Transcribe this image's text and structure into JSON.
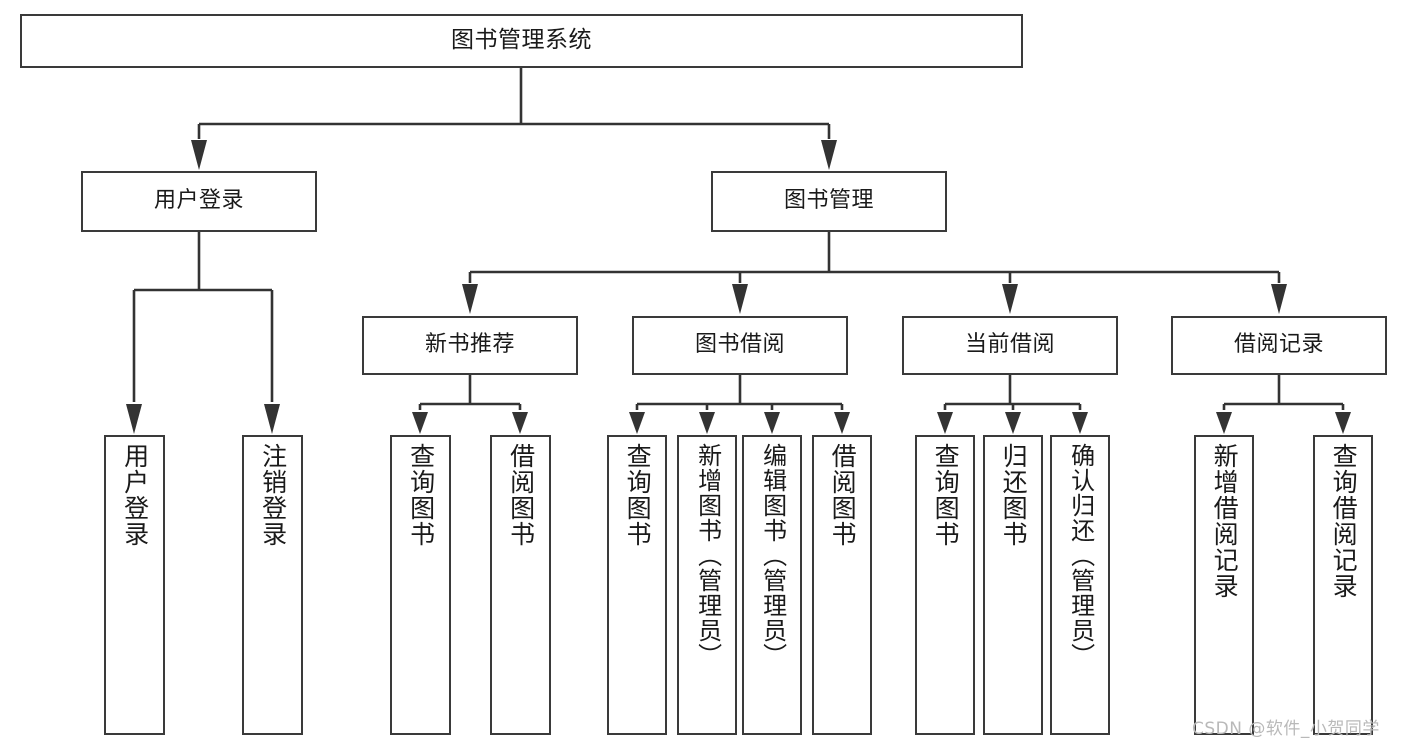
{
  "diagram": {
    "type": "tree-hierarchy",
    "title": "图书管理系统",
    "watermark": "CSDN @软件_小贺同学",
    "colors": {
      "box_border": "#3a3a3a",
      "box_fill": "#ffffff",
      "connector": "#333333",
      "text": "#1a1a1a",
      "watermark": "#b9b9b9",
      "background": "#ffffff"
    },
    "levels": {
      "root": {
        "label": "图书管理系统"
      },
      "level2": [
        {
          "label": "用户登录"
        },
        {
          "label": "图书管理"
        }
      ],
      "level3": [
        {
          "label": "新书推荐"
        },
        {
          "label": "图书借阅"
        },
        {
          "label": "当前借阅"
        },
        {
          "label": "借阅记录"
        }
      ],
      "level4": {
        "user_login": [
          {
            "label": "用户登录"
          },
          {
            "label": "注销登录"
          }
        ],
        "new_book_recommend": [
          {
            "label": "查询图书"
          },
          {
            "label": "借阅图书"
          }
        ],
        "book_borrow": [
          {
            "label": "查询图书"
          },
          {
            "label": "新增图书（管理员）"
          },
          {
            "label": "编辑图书（管理员）"
          },
          {
            "label": "借阅图书"
          }
        ],
        "current_borrow": [
          {
            "label": "查询图书"
          },
          {
            "label": "归还图书"
          },
          {
            "label": "确认归还（管理员）"
          }
        ],
        "borrow_record": [
          {
            "label": "新增借阅记录"
          },
          {
            "label": "查询借阅记录"
          }
        ]
      }
    }
  }
}
